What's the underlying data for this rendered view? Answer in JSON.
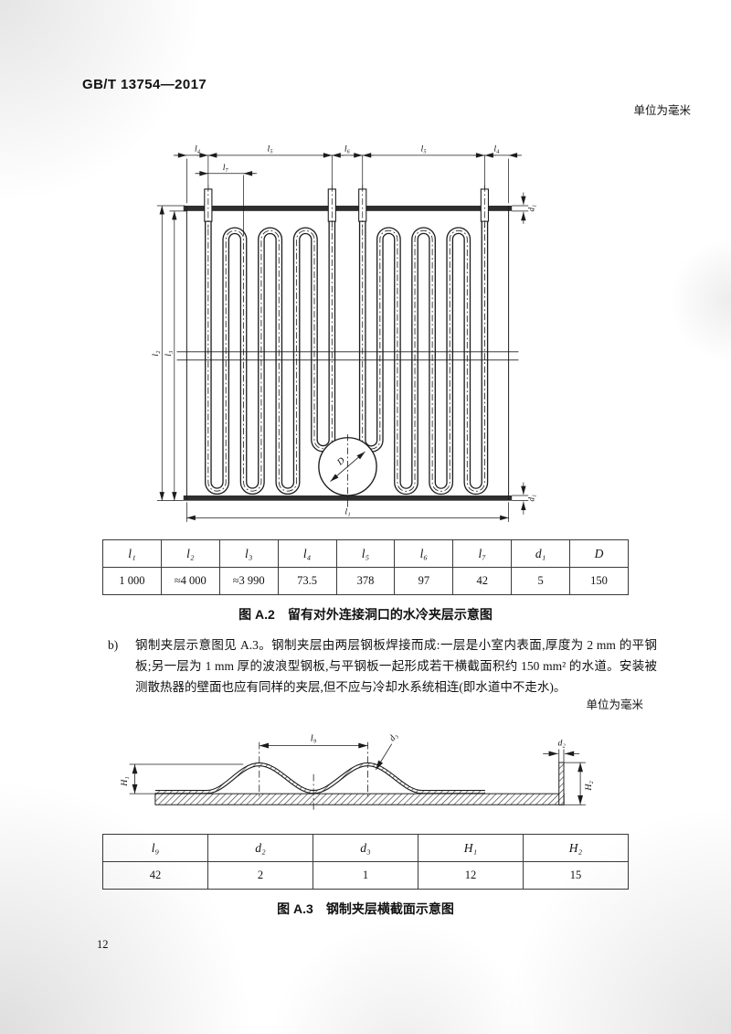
{
  "page": {
    "doc_number": "GB/T 13754—2017",
    "page_number": "12"
  },
  "notes": {
    "unit_top": "单位为毫米",
    "unit_mid": "单位为毫米"
  },
  "figure_a2": {
    "labels": {
      "l1": "l₁",
      "l2": "l₂",
      "l3": "l₃",
      "l4": "l₄",
      "l5": "l₅",
      "l6": "l₆",
      "l7": "l₇",
      "d1": "d₁",
      "D": "D"
    },
    "caption_label": "图 A.2",
    "caption_title": "留有对外连接洞口的水冷夹层示意图",
    "table": {
      "headers": [
        "l₁",
        "l₂",
        "l₃",
        "l₄",
        "l₅",
        "l₆",
        "l₇",
        "d₁",
        "D"
      ],
      "values": [
        "1 000",
        "≈4 000",
        "≈3 990",
        "73.5",
        "378",
        "97",
        "42",
        "5",
        "150"
      ]
    }
  },
  "paragraph_b": {
    "marker": "b)",
    "text": "钢制夹层示意图见 A.3。钢制夹层由两层钢板焊接而成:一层是小室内表面,厚度为 2 mm 的平钢板;另一层为 1 mm 厚的波浪型钢板,与平钢板一起形成若干横截面积约 150 mm² 的水道。安装被测散热器的壁面也应有同样的夹层,但不应与冷却水系统相连(即水道中不走水)。"
  },
  "figure_a3": {
    "labels": {
      "l9": "l₉",
      "d2": "d₂",
      "d3": "d₃",
      "H1": "H₁",
      "H2": "H₂"
    },
    "caption_label": "图 A.3",
    "caption_title": "钢制夹层横截面示意图",
    "table": {
      "headers": [
        "l₉",
        "d₂",
        "d₃",
        "H₁",
        "H₂"
      ],
      "values": [
        "42",
        "2",
        "1",
        "12",
        "15"
      ]
    }
  }
}
